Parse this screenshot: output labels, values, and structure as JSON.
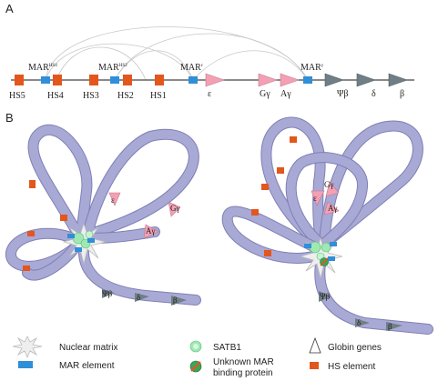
{
  "panel_a": {
    "label": "A",
    "mar_labels": [
      {
        "base": "MAR",
        "sup": "HS4"
      },
      {
        "base": "MAR",
        "sup": "HS2"
      },
      {
        "base": "MAR",
        "sup": "ε"
      },
      {
        "base": "MAR",
        "sup": "γ"
      }
    ],
    "hs_labels": [
      "HS5",
      "HS4",
      "HS3",
      "HS2",
      "HS1"
    ],
    "globin_genes": [
      "ε",
      "Gγ",
      "Aγ",
      "Ψβ",
      "δ",
      "β"
    ]
  },
  "panel_b": {
    "label": "B",
    "left_genes": [
      "ε",
      "Gγ",
      "Aγ",
      "Ψβ",
      "δ",
      "β"
    ],
    "right_genes": [
      "ε",
      "Gγ",
      "Aγ",
      "Ψβ",
      "δ",
      "β"
    ]
  },
  "legend": {
    "nuclear_matrix": "Nuclear matrix",
    "satb1": "SATB1",
    "globin_genes": "Globin genes",
    "mar_element": "MAR element",
    "unknown_protein_line1": "Unknown MAR",
    "unknown_protein_line2": "binding protein",
    "hs_element": "HS element"
  },
  "colors": {
    "ribbon": "#a9a9d6",
    "ribbon_edge": "#7f7fb4",
    "hs": "#e3561c",
    "mar": "#2f8fd8",
    "epsilon_gamma": "#f4a0b4",
    "beta_genes": "#6f7f85",
    "satb1": "#9ee8b2"
  }
}
